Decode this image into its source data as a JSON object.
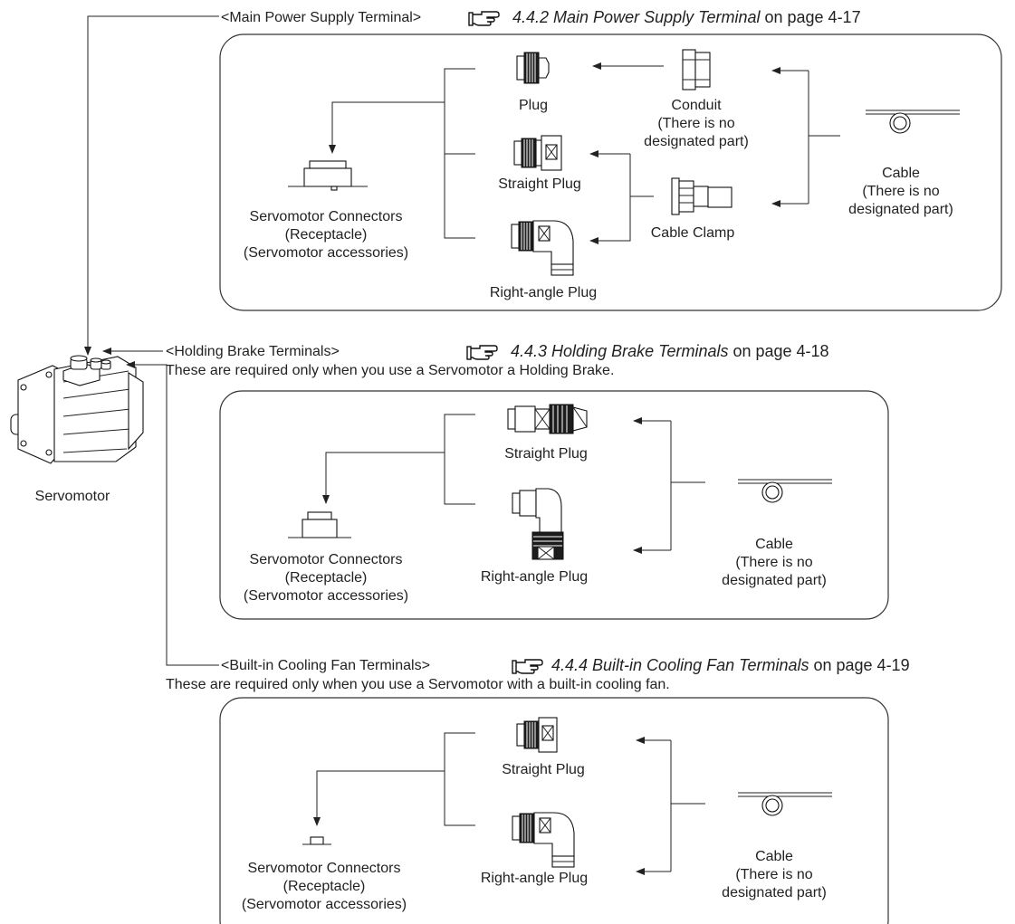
{
  "servomotor": {
    "label": "Servomotor"
  },
  "sections": {
    "main": {
      "header": "<Main Power Supply Terminal>",
      "ref_title": "4.4.2 Main Power Supply Terminal",
      "ref_suffix": " on page 4-17",
      "receptacle": [
        "Servomotor Connectors",
        "(Receptacle)",
        "(Servomotor accessories)"
      ],
      "plug": "Plug",
      "straight_plug": "Straight Plug",
      "right_angle_plug": "Right-angle Plug",
      "conduit": [
        "Conduit",
        "(There is no",
        "designated part)"
      ],
      "cable_clamp": "Cable Clamp",
      "cable": [
        "Cable",
        "(There is no",
        "designated part)"
      ]
    },
    "brake": {
      "header": "<Holding Brake Terminals>",
      "ref_title": "4.4.3 Holding Brake Terminals",
      "ref_suffix": " on page 4-18",
      "note": "These are required only when you use a Servomotor a Holding Brake.",
      "receptacle": [
        "Servomotor Connectors",
        "(Receptacle)",
        "(Servomotor accessories)"
      ],
      "straight_plug": "Straight Plug",
      "right_angle_plug": "Right-angle Plug",
      "cable": [
        "Cable",
        "(There is no",
        "designated part)"
      ]
    },
    "fan": {
      "header": "<Built-in Cooling Fan Terminals>",
      "ref_title": "4.4.4 Built-in Cooling Fan Terminals",
      "ref_suffix": " on page 4-19",
      "note": "These are required only when you use a Servomotor with a built-in cooling fan.",
      "receptacle": [
        "Servomotor Connectors",
        "(Receptacle)",
        "(Servomotor accessories)"
      ],
      "straight_plug": "Straight Plug",
      "right_angle_plug": "Right-angle Plug",
      "cable": [
        "Cable",
        "(There is no",
        "designated part)"
      ]
    }
  },
  "icons": {
    "reference": "pointing-hand-icon"
  }
}
